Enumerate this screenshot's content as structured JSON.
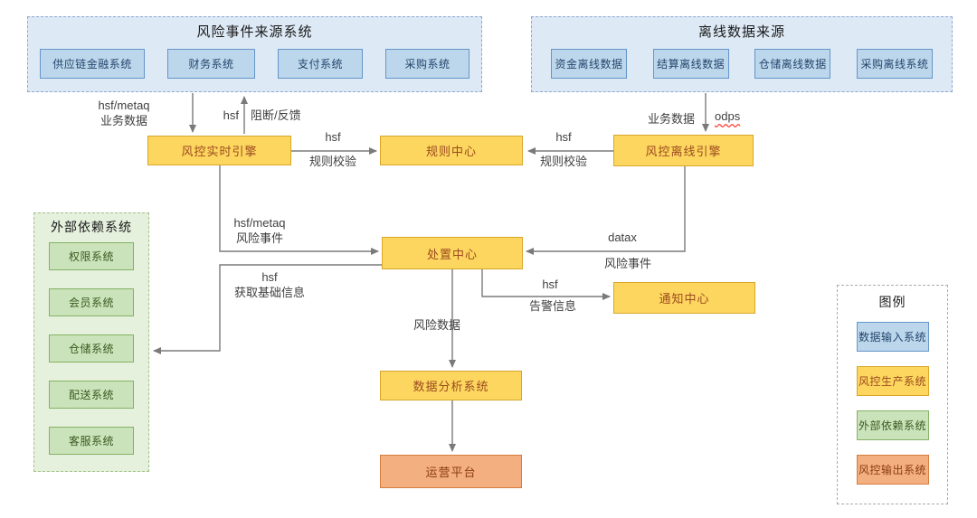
{
  "groups": {
    "risk_event_sources": {
      "title": "风险事件来源系统",
      "items": [
        "供应链金融系统",
        "财务系统",
        "支付系统",
        "采购系统"
      ]
    },
    "offline_data_sources": {
      "title": "离线数据来源",
      "items": [
        "资金离线数据",
        "结算离线数据",
        "仓储离线数据",
        "采购离线系统"
      ]
    },
    "external_dependencies": {
      "title": "外部依赖系统",
      "items": [
        "权限系统",
        "会员系统",
        "仓储系统",
        "配送系统",
        "客服系统"
      ]
    }
  },
  "nodes": {
    "realtime_engine": {
      "label": "风控实时引擎"
    },
    "rule_center": {
      "label": "规则中心"
    },
    "offline_engine": {
      "label": "风控离线引擎"
    },
    "disposal_center": {
      "label": "处置中心"
    },
    "notification_center": {
      "label": "通知中心"
    },
    "data_analysis": {
      "label": "数据分析系统"
    },
    "operation_platform": {
      "label": "运营平台"
    }
  },
  "edges": {
    "realtime_input": {
      "line1": "hsf/metaq",
      "line2": "业务数据"
    },
    "block_feedback": {
      "protocol": "hsf",
      "label": "阻断/反馈"
    },
    "realtime_rule_check": {
      "protocol": "hsf",
      "label": "规则校验"
    },
    "offline_rule_check": {
      "protocol": "hsf",
      "label": "规则校验"
    },
    "offline_input": {
      "label": "业务数据",
      "protocol": "odps"
    },
    "realtime_risk_event": {
      "line1": "hsf/metaq",
      "line2": "风险事件"
    },
    "get_basic_info": {
      "line1": "hsf",
      "line2": "获取基础信息"
    },
    "offline_risk_event": {
      "protocol": "datax",
      "label": "风险事件"
    },
    "alarm_info": {
      "protocol": "hsf",
      "label": "告警信息"
    },
    "risk_data": {
      "label": "风险数据"
    }
  },
  "legend": {
    "title": "图例",
    "items": [
      {
        "label": "数据输入系统",
        "color": "#BCD6EC"
      },
      {
        "label": "风控生产系统",
        "color": "#FCD65E"
      },
      {
        "label": "外部依赖系统",
        "color": "#CBE3BA"
      },
      {
        "label": "风控输出系统",
        "color": "#F3AF80"
      }
    ]
  },
  "colors": {
    "arrow": "#7A7A7A",
    "blue_fill": "#BCD6EC",
    "yellow_fill": "#FCD65E",
    "green_fill": "#CBE3BA",
    "orange_fill": "#F3AF80"
  }
}
